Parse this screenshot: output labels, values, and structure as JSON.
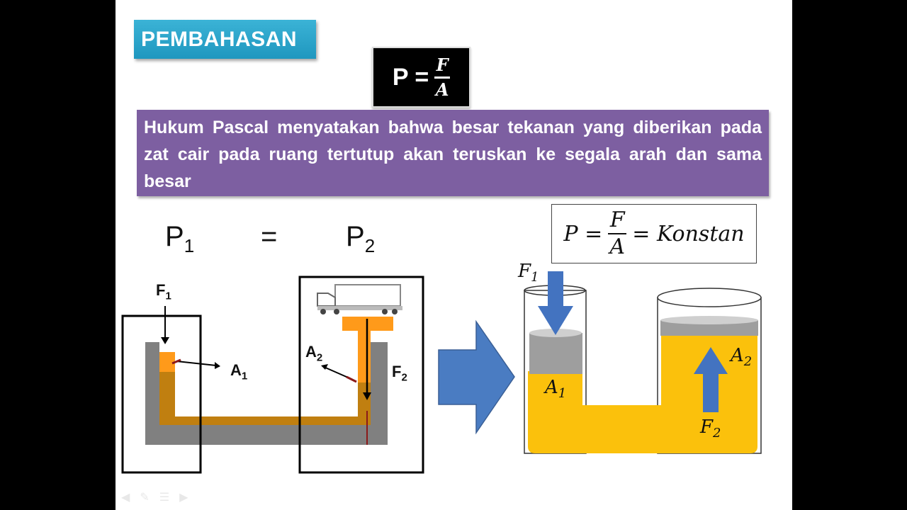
{
  "slide": {
    "title": "PEMBAHASAN",
    "formula": {
      "lhs": "P =",
      "numerator": "F",
      "denominator": "A"
    },
    "definition": "Hukum Pascal menyatakan bahwa besar tekanan yang diberikan pada zat cair pada ruang tertutup akan teruskan ke segala arah dan sama besar",
    "equality": {
      "left": "P",
      "left_sub": "1",
      "equals": "=",
      "right": "P",
      "right_sub": "2"
    },
    "constant_formula": {
      "p": "P =",
      "numerator": "F",
      "denominator": "A",
      "rhs": "= Konstan"
    }
  },
  "left_diagram": {
    "labels": {
      "f1": "F",
      "f1_sub": "1",
      "a1": "A",
      "a1_sub": "1",
      "a2": "A",
      "a2_sub": "2",
      "f2": "F",
      "f2_sub": "2"
    },
    "colors": {
      "wall": "#808080",
      "fluid": "#c07f10",
      "piston": "#ff9a1a"
    }
  },
  "right_diagram": {
    "labels": {
      "f1": "F",
      "f1_sub": "1",
      "a1": "A",
      "a1_sub": "1",
      "a2": "A",
      "a2_sub": "2",
      "f2": "F",
      "f2_sub": "2"
    },
    "colors": {
      "fluid": "#fbc10c",
      "arrow": "#4373c0",
      "piston": "#9e9e9e"
    }
  },
  "nav_icons": [
    "arrow-left-icon",
    "pen-icon",
    "menu-icon",
    "arrow-right-icon"
  ]
}
